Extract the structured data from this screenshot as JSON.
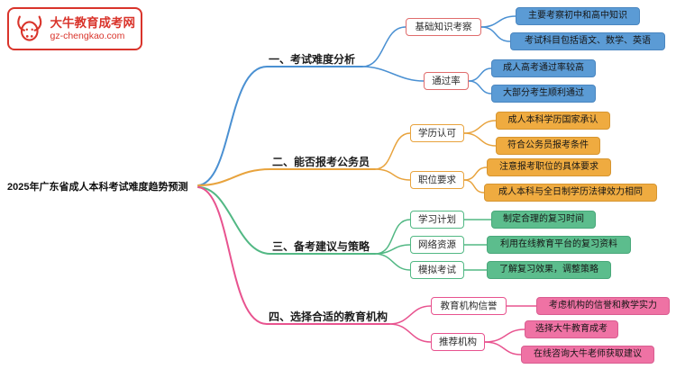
{
  "site": {
    "name": "大牛教育成考网",
    "domain": "gz-chengkao.com",
    "logo_icon": "bull-icon",
    "brand_color": "#d9342b"
  },
  "root": {
    "label": "2025年广东省成人本科考试难度趋势预测"
  },
  "colors": {
    "branch1": "#4a90d2",
    "branch2": "#e8a33d",
    "branch3": "#52b884",
    "branch4": "#e8538f"
  },
  "branches": [
    {
      "label": "一、考试难度分析",
      "color": "#4a90d2",
      "children": [
        {
          "label": "基础知识考察",
          "leaves": [
            "主要考察初中和高中知识",
            "考试科目包括语文、数学、英语"
          ]
        },
        {
          "label": "通过率",
          "leaves": [
            "成人高考通过率较高",
            "大部分考生顺利通过"
          ]
        }
      ]
    },
    {
      "label": "二、能否报考公务员",
      "color": "#e8a33d",
      "children": [
        {
          "label": "学历认可",
          "leaves": [
            "成人本科学历国家承认",
            "符合公务员报考条件"
          ]
        },
        {
          "label": "职位要求",
          "leaves": [
            "注意报考职位的具体要求",
            "成人本科与全日制学历法律效力相同"
          ]
        }
      ]
    },
    {
      "label": "三、备考建议与策略",
      "color": "#52b884",
      "children": [
        {
          "label": "学习计划",
          "leaves": [
            "制定合理的复习时间"
          ]
        },
        {
          "label": "网络资源",
          "leaves": [
            "利用在线教育平台的复习资料"
          ]
        },
        {
          "label": "模拟考试",
          "leaves": [
            "了解复习效果，调整策略"
          ]
        }
      ]
    },
    {
      "label": "四、选择合适的教育机构",
      "color": "#e8538f",
      "children": [
        {
          "label": "教育机构信誉",
          "leaves": [
            "考虑机构的信誉和教学实力"
          ]
        },
        {
          "label": "推荐机构",
          "leaves": [
            "选择大牛教育成考",
            "在线咨询大牛老师获取建议"
          ]
        }
      ]
    }
  ]
}
